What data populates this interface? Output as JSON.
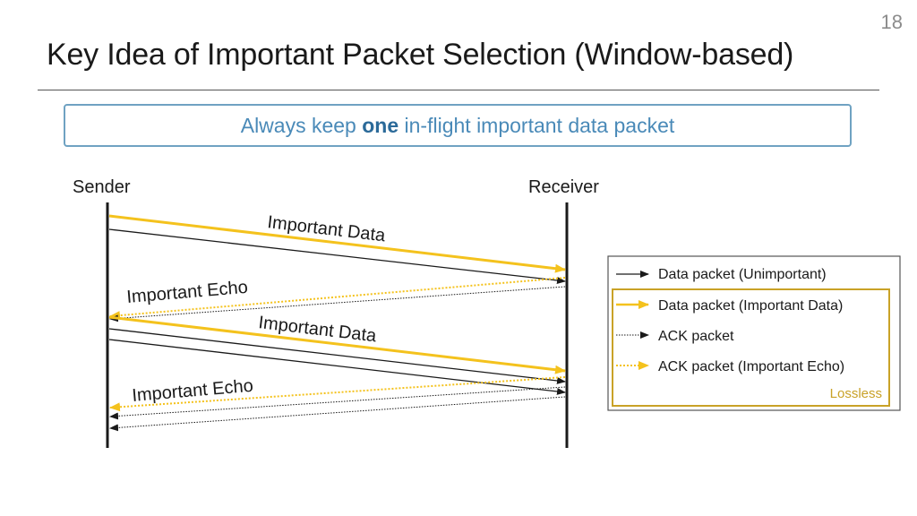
{
  "slide": {
    "number": "18"
  },
  "title": "Key Idea of Important Packet Selection (Window-based)",
  "callout": {
    "prefix": "Always keep ",
    "emphasis": "one",
    "suffix": " in-flight important data packet"
  },
  "actors": {
    "sender": "Sender",
    "receiver": "Receiver"
  },
  "message_labels": {
    "important_data_1": "Important Data",
    "important_echo_1": "Important Echo",
    "important_data_2": "Important Data",
    "important_echo_2": "Important Echo"
  },
  "legend": {
    "data_unimportant": "Data packet (Unimportant)",
    "data_important": "Data packet  (Important Data)",
    "ack": "ACK packet",
    "ack_important": "ACK packet (Important Echo)",
    "lossless": "Lossless"
  },
  "colors": {
    "important": "#f4c21d",
    "lossless_border": "#c9a227",
    "lossless_text": "#c9a227",
    "line": "#1a1a1a"
  }
}
